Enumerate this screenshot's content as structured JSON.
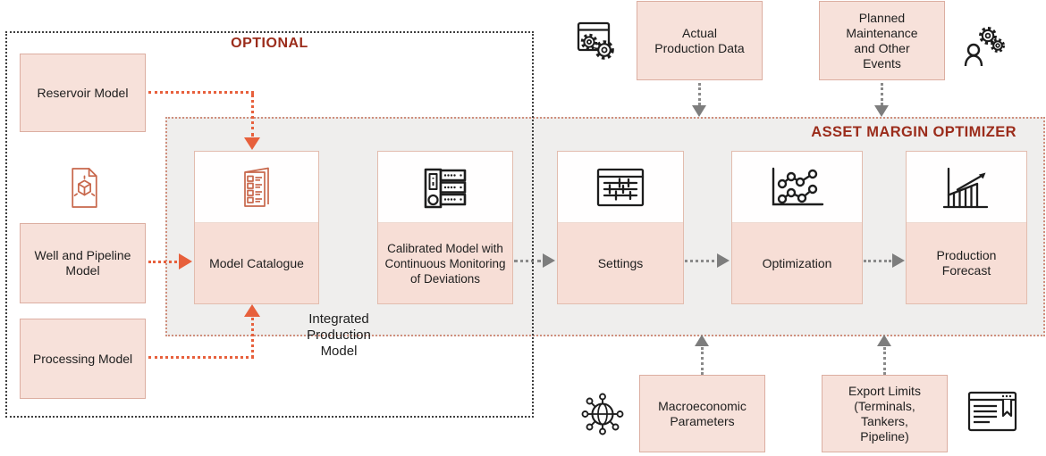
{
  "groups": {
    "optional": {
      "label": "OPTIONAL"
    },
    "asset_margin_optimizer": {
      "label": "ASSET MARGIN OPTIMIZER"
    },
    "integrated_production_model": {
      "label": "Integrated Production Model"
    }
  },
  "input_models": [
    {
      "label": "Reservoir Model"
    },
    {
      "label": "Well and Pipeline Model"
    },
    {
      "label": "Processing Model"
    }
  ],
  "side_icon": {
    "icon": "model-document-cube-icon"
  },
  "pipeline": [
    {
      "label": "Model Catalogue",
      "icon": "catalogue-checklist-icon"
    },
    {
      "label": "Calibrated Model with Continuous Monitoring of Deviations",
      "icon": "server-stack-icon"
    },
    {
      "label": "Settings",
      "icon": "settings-sliders-window-icon"
    },
    {
      "label": "Optimization",
      "icon": "optimization-scatter-line-icon"
    },
    {
      "label": "Production Forecast",
      "icon": "forecast-rising-bars-icon"
    }
  ],
  "top_inputs": [
    {
      "label": "Actual Production Data",
      "icon": "application-gears-icon"
    },
    {
      "label": "Planned Maintenance and Other Events",
      "icon": "user-gears-icon"
    }
  ],
  "bottom_inputs": [
    {
      "label": "Macroeconomic Parameters",
      "icon": "globe-network-icon"
    },
    {
      "label": "Export Limits (Terminals, Tankers, Pipeline)",
      "icon": "document-bookmark-icon"
    }
  ],
  "colors": {
    "accent_orange": "#e7603c",
    "heading_red": "#9b2c1b",
    "pink_fill": "#f7e1da",
    "panel_gray": "#efeeed",
    "arrow_gray": "#8a8a8a"
  }
}
